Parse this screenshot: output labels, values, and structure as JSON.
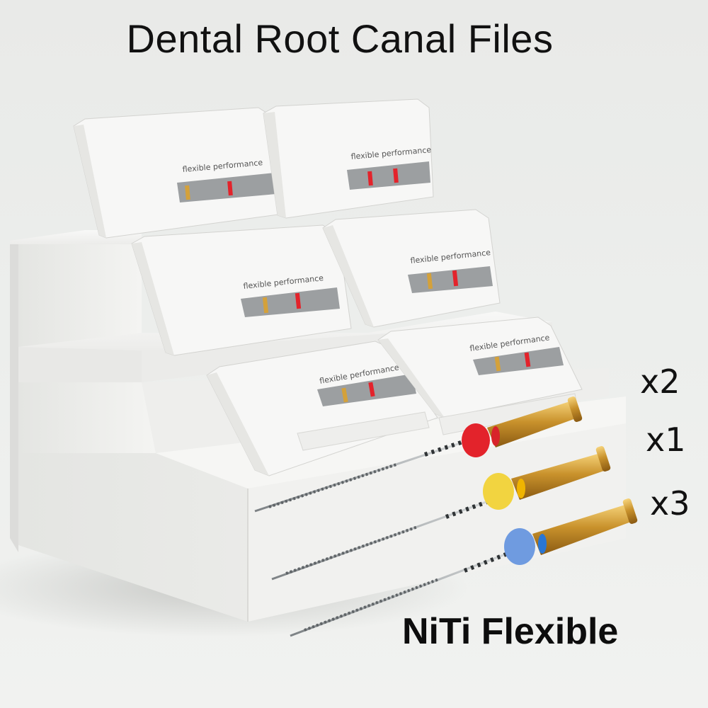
{
  "title": "Dental Root Canal Files",
  "box_label": "flexible performance",
  "files": [
    {
      "color_name": "red",
      "ring_color": "#e3232b",
      "quantity": "x2"
    },
    {
      "color_name": "yellow",
      "ring_color": "#f2d440",
      "quantity": "x1"
    },
    {
      "color_name": "blue",
      "ring_color": "#6f9be0",
      "quantity": "x3"
    }
  ],
  "tagline": "NiTi Flexible",
  "colors": {
    "background": "#ecedeb",
    "stand": "#f3f3f1",
    "gold_handle": "#d4a13a"
  }
}
